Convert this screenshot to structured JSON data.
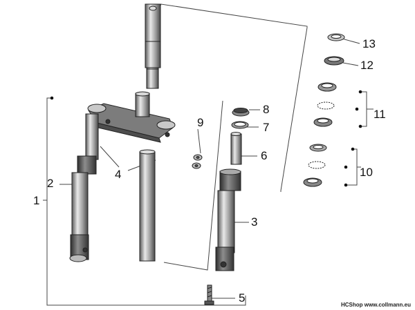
{
  "diagram": {
    "callouts": [
      {
        "id": "c1",
        "label": "1"
      },
      {
        "id": "c2",
        "label": "2"
      },
      {
        "id": "c3",
        "label": "3"
      },
      {
        "id": "c4",
        "label": "4"
      },
      {
        "id": "c5",
        "label": "5"
      },
      {
        "id": "c6",
        "label": "6"
      },
      {
        "id": "c7",
        "label": "7"
      },
      {
        "id": "c8",
        "label": "8"
      },
      {
        "id": "c9",
        "label": "9"
      },
      {
        "id": "c10",
        "label": "10"
      },
      {
        "id": "c11",
        "label": "11"
      },
      {
        "id": "c12",
        "label": "12"
      },
      {
        "id": "c13",
        "label": "13"
      }
    ],
    "watermark": "HCShop www.collmann.eu"
  }
}
